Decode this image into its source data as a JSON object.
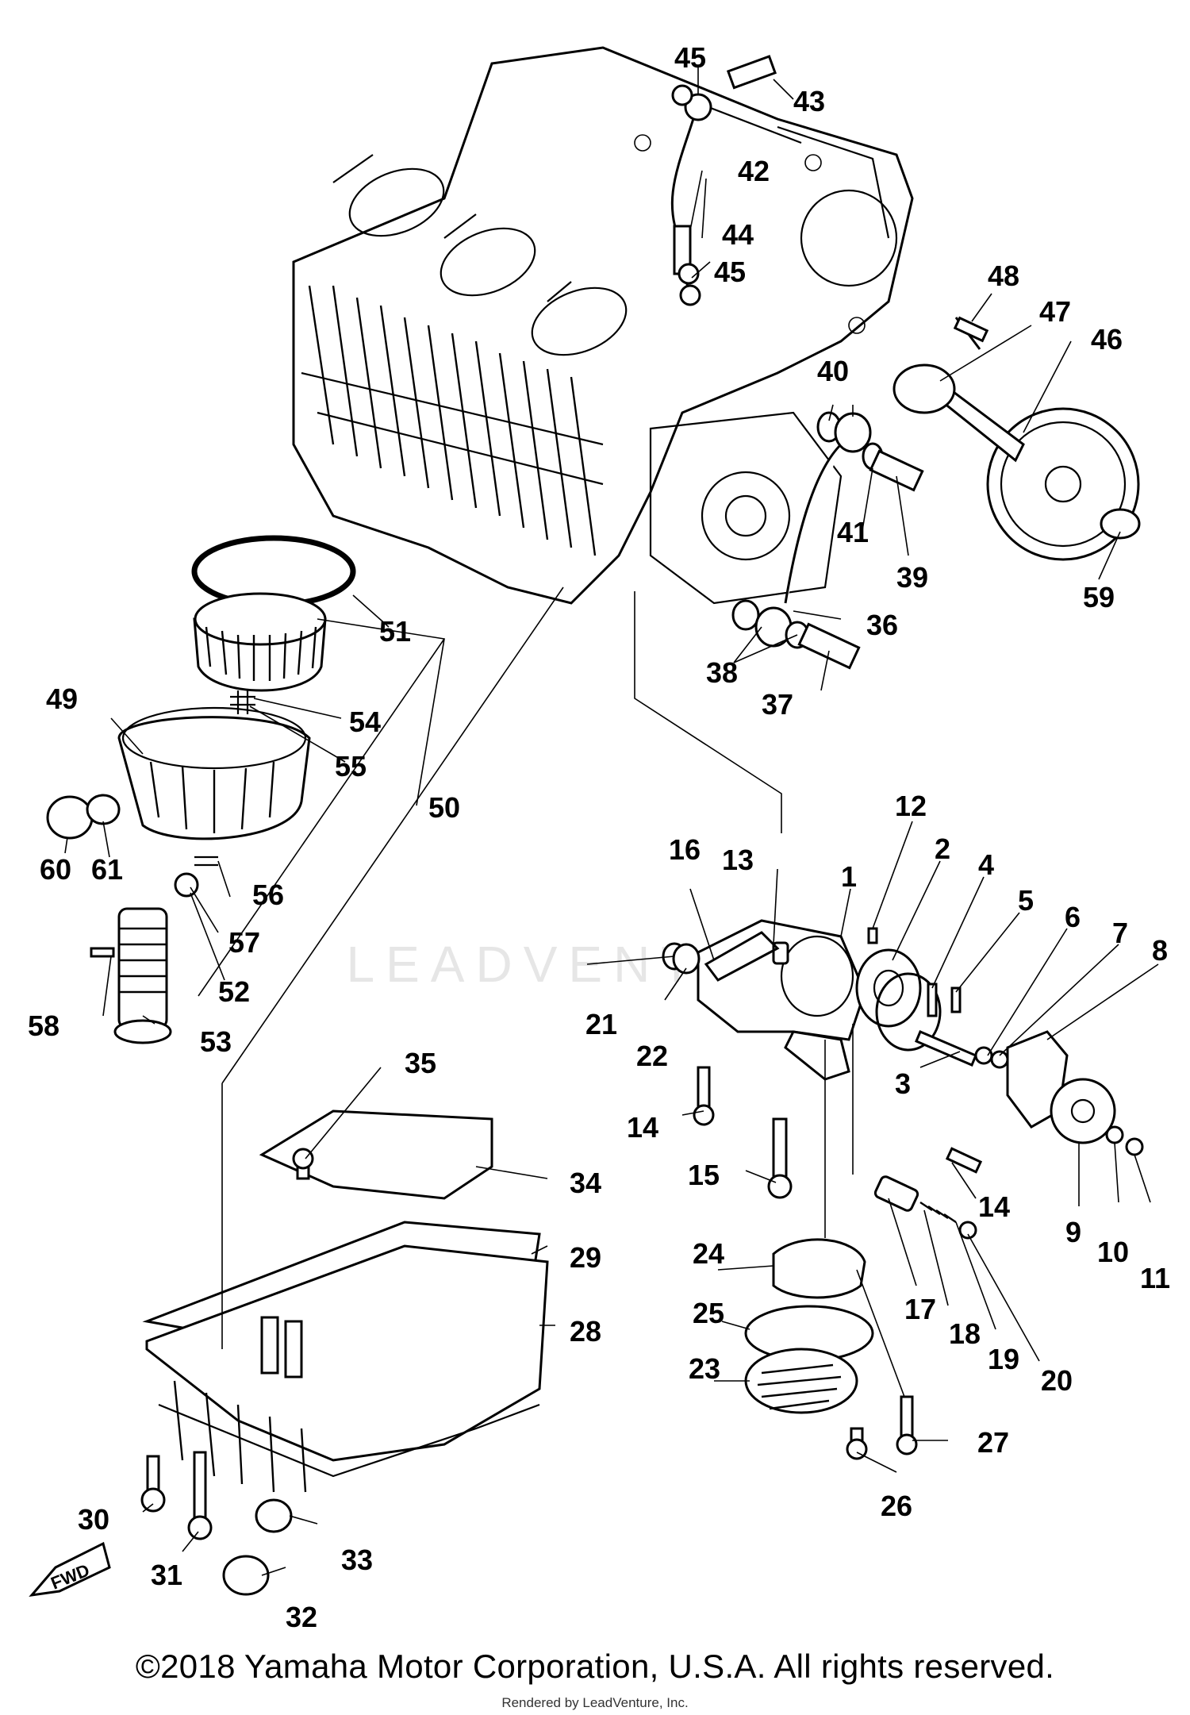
{
  "watermark": "LEADVENTURE",
  "copyright": "©2018 Yamaha Motor Corporation, U.S.A. All rights reserved.",
  "rendered_by": "Rendered by LeadVenture, Inc.",
  "fwd": "FWD",
  "callouts": [
    "1",
    "2",
    "3",
    "4",
    "5",
    "6",
    "7",
    "8",
    "9",
    "10",
    "11",
    "12",
    "13",
    "14",
    "14",
    "15",
    "16",
    "17",
    "18",
    "19",
    "20",
    "21",
    "22",
    "23",
    "24",
    "25",
    "26",
    "27",
    "28",
    "29",
    "30",
    "31",
    "32",
    "33",
    "34",
    "35",
    "36",
    "37",
    "38",
    "39",
    "40",
    "41",
    "42",
    "43",
    "44",
    "45",
    "45",
    "46",
    "47",
    "48",
    "49",
    "50",
    "51",
    "52",
    "53",
    "54",
    "55",
    "56",
    "57",
    "58",
    "59",
    "60",
    "61"
  ]
}
